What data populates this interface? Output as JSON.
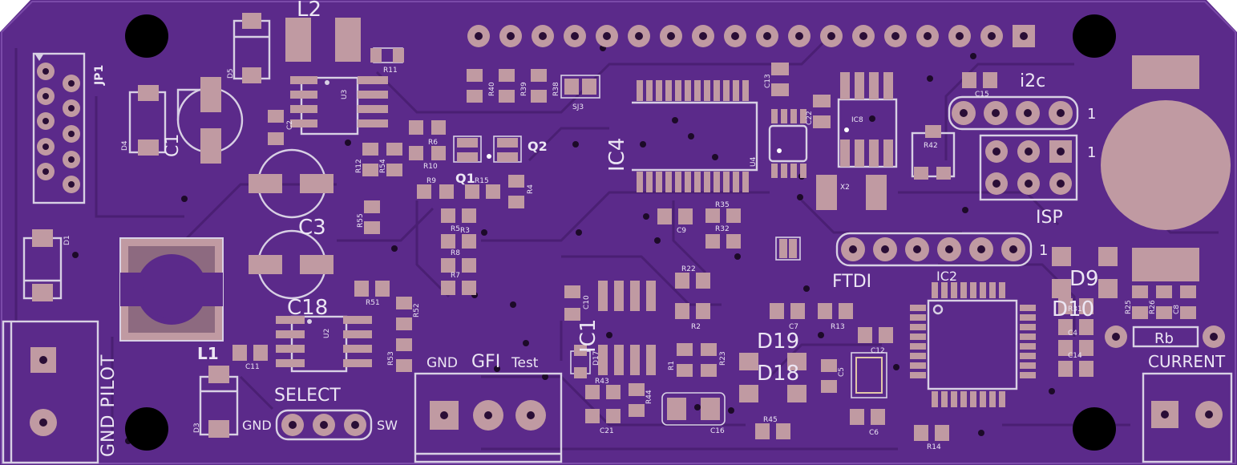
{
  "board": {
    "colors": {
      "substrate": "#5b2a8a",
      "copper_trace": "#4a1f73",
      "silkscreen": "#d8d0e4",
      "pad": "#c09aa2",
      "mounting_hole": "#000000"
    }
  },
  "labels": {
    "l2": "L2",
    "jp1": "JP1",
    "d5": "D5",
    "r11": "R11",
    "u3": "U3",
    "c2": "C2",
    "d4": "D4",
    "c1_cap": "C1",
    "r40": "R40",
    "r39": "R39",
    "r38": "R38",
    "sj3": "SJ3",
    "c13": "C13",
    "ic8": "IC8",
    "c22": "C22",
    "c15": "C15",
    "i2c": "i2c",
    "i2c_pin1": "1",
    "isp_pin1": "1",
    "r42": "R42",
    "isp": "ISP",
    "ic4": "IC4",
    "u4": "U4",
    "x2": "X2",
    "q2": "Q2",
    "q1": "Q1",
    "r6": "R6",
    "r10": "R10",
    "r12": "R12",
    "r54": "R54",
    "r9": "R9",
    "r15": "R15",
    "r4": "R4",
    "r55": "R55",
    "r5": "R5",
    "r3": "R3",
    "r8": "R8",
    "r7": "R7",
    "c3": "C3",
    "d1": "D1",
    "c18": "C18",
    "r51": "R51",
    "r52": "R52",
    "r53": "R53",
    "u2": "U2",
    "l1": "L1",
    "c11": "C11",
    "gnd_pilot": "GND PILOT",
    "d3": "D3",
    "select": "SELECT",
    "gnd": "GND",
    "sw": "SW",
    "gnd2": "GND",
    "gfi": "GFI",
    "test": "Test",
    "c9": "C9",
    "r35": "R35",
    "r32": "R32",
    "ftdi": "FTDI",
    "ftdi_pin1": "1",
    "ic2": "IC2",
    "r22": "R22",
    "r2": "R2",
    "c10": "C10",
    "ic1": "IC1",
    "d17": "D17",
    "r1": "R1",
    "r23": "R23",
    "r43": "R43",
    "r44": "R44",
    "c21": "C21",
    "c16": "C16",
    "c7": "C7",
    "r13": "R13",
    "d19": "D19",
    "d18": "D18",
    "r45": "R45",
    "c12": "C12",
    "c5": "C5",
    "c6": "C6",
    "r14": "R14",
    "d9": "D9",
    "d10": "D10",
    "r31": "R31",
    "c4": "C4",
    "c14": "C14",
    "r25": "R25",
    "r26": "R26",
    "c8": "C8",
    "rb": "Rb",
    "current": "CURRENT"
  }
}
